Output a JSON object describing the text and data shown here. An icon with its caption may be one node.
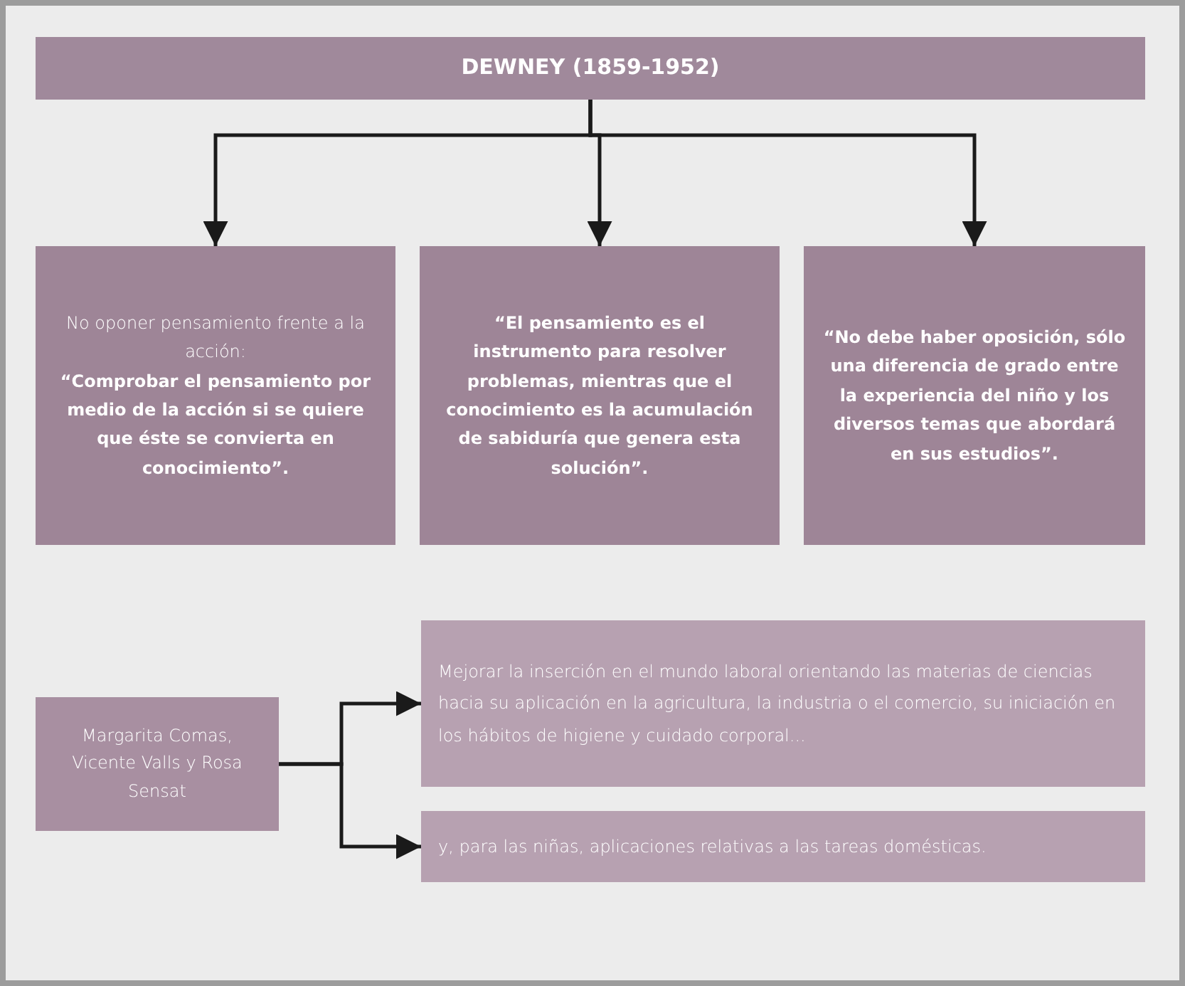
{
  "diagram": {
    "nodes": [
      {
        "text": [
          "DEWNEY (1859-1952)"
        ]
      },
      {
        "text": [
          "No oponer pensamiento frente a la acción:",
          "“Comprobar el pensamiento por medio de la acción si se quiere que éste se convierta en conocimiento”."
        ]
      },
      {
        "text": [
          "“El pensamiento es el instrumento para resolver problemas, mientras que el conocimiento es la acumulación de sabiduría que genera esta solución”."
        ]
      },
      {
        "text": [
          "“No debe haber oposición, sólo una diferencia de grado entre la experiencia del niño y los diversos temas que abordará en sus estudios”."
        ]
      },
      {
        "text": [
          "Margarita Comas, Vicente Valls y Rosa Sensat"
        ]
      },
      {
        "text": [
          "Mejorar la inserción en el mundo laboral orientando las materias de ciencias hacia su aplicación en la agricultura, la industria o el comercio, su iniciación en los hábitos de higiene y cuidado corporal..."
        ]
      },
      {
        "text": [
          "y, para las niñas, aplicaciones relativas a las tareas domésticas."
        ]
      }
    ],
    "edges": [
      {
        "from": 0,
        "to": 1,
        "arrow": "to"
      },
      {
        "from": 0,
        "to": 2,
        "arrow": "to"
      },
      {
        "from": 0,
        "to": 3,
        "arrow": "to"
      },
      {
        "from": 4,
        "to": 5,
        "arrow": "to"
      },
      {
        "from": 4,
        "to": 6,
        "arrow": "to"
      }
    ]
  }
}
